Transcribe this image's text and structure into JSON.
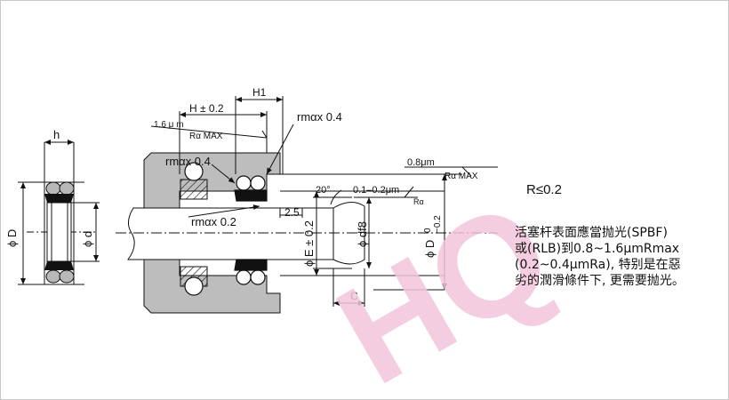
{
  "watermark": "HQ",
  "colors": {
    "watermark": "#f2c6da",
    "housing": "#bdbdbd",
    "seal": "#111111",
    "line": "#111111"
  },
  "labels": {
    "h": "h",
    "phi_D_left": "ϕ D",
    "phi_d_left": "ϕ d",
    "H1": "H1",
    "H_tol": "H ± 0.2",
    "rough_1_6": "1.6 μ m",
    "rq_max_1": "Rα MAX",
    "rmax_04_top": "rmαx 0.4",
    "rmax_04_left": "rmαx 0.4",
    "rmax_02": "rmαx 0.2",
    "rough_0_8": "0.8μm",
    "rq_max_2": "Rα MAX",
    "angle_20": "20°",
    "rough_01_02": "0.1–0.2μm",
    "ra": "Rα",
    "dim_2_5": "2.5",
    "phi_E": "ϕ E ± 0.2",
    "phi_df8": "ϕ df8",
    "phi_D_main": "ϕ D",
    "tol_upper": "0",
    "tol_lower": "−0.2",
    "C": "C",
    "R_le": "R≤0.2"
  },
  "note_lines": [
    "活塞杆表面應當抛光(SPBF)",
    "或(RLB)到0.8~1.6μmRmax",
    "(0.2~0.4μmRa), 特别是在惡",
    "劣的潤滑條件下, 更需要抛光。"
  ]
}
